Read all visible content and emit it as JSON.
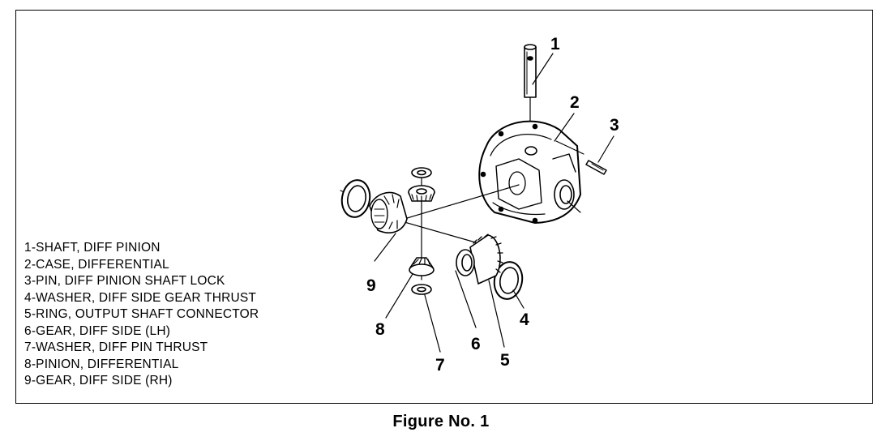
{
  "legend": [
    "1-SHAFT, DIFF PINION",
    "2-CASE, DIFFERENTIAL",
    "3-PIN, DIFF PINION SHAFT LOCK",
    "4-WASHER, DIFF SIDE GEAR THRUST",
    "5-RING, OUTPUT SHAFT CONNECTOR",
    "6-GEAR, DIFF SIDE (LH)",
    "7-WASHER, DIFF PIN THRUST",
    "8-PINION, DIFFERENTIAL",
    "9-GEAR, DIFF SIDE (RH)"
  ],
  "callouts": {
    "c1": "1",
    "c2": "2",
    "c3": "3",
    "c4": "4",
    "c5": "5",
    "c6": "6",
    "c7": "7",
    "c8": "8",
    "c9": "9"
  },
  "caption": "Figure No. 1"
}
